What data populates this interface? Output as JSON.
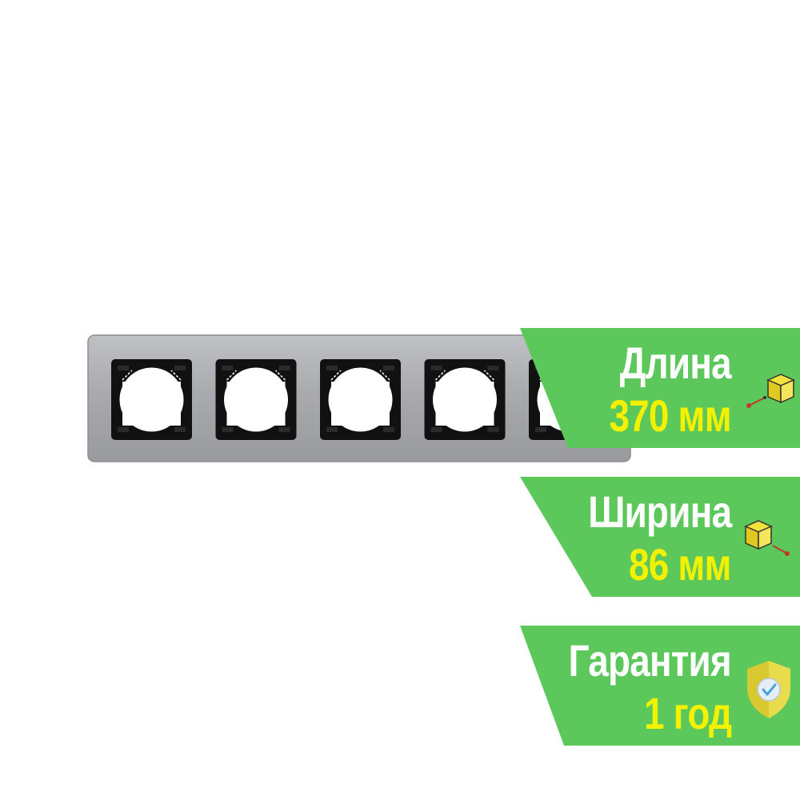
{
  "product": {
    "image_icon": "stainless-steel-five-gang-frame",
    "socket_count": 5,
    "colors": {
      "metal": "#a7a8ab",
      "insert": "#111111",
      "accent_green": "#5cc75b",
      "accent_yellow": "#f2f200"
    }
  },
  "badges": [
    {
      "title": "Длина",
      "value": "370 мм",
      "icon": "box-length-icon"
    },
    {
      "title": "Ширина",
      "value": "86 мм",
      "icon": "box-width-icon"
    },
    {
      "title": "Гарантия",
      "value": "1 год",
      "icon": "shield-check-icon"
    }
  ]
}
